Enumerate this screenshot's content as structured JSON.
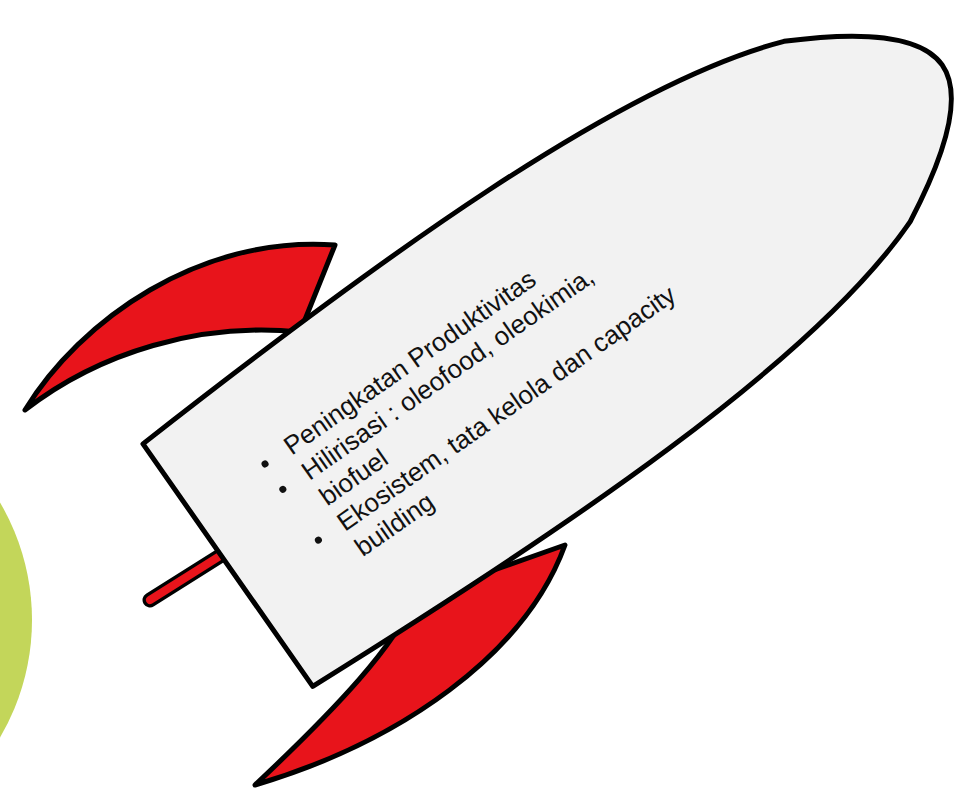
{
  "diagram": {
    "nodes": [
      {
        "text": [
          "Peningkatan Produktivitas",
          "Hilirisasi : oleofood, oleokimia, biofuel",
          "Ekosistem, tata kelola dan capacity building"
        ]
      }
    ]
  }
}
